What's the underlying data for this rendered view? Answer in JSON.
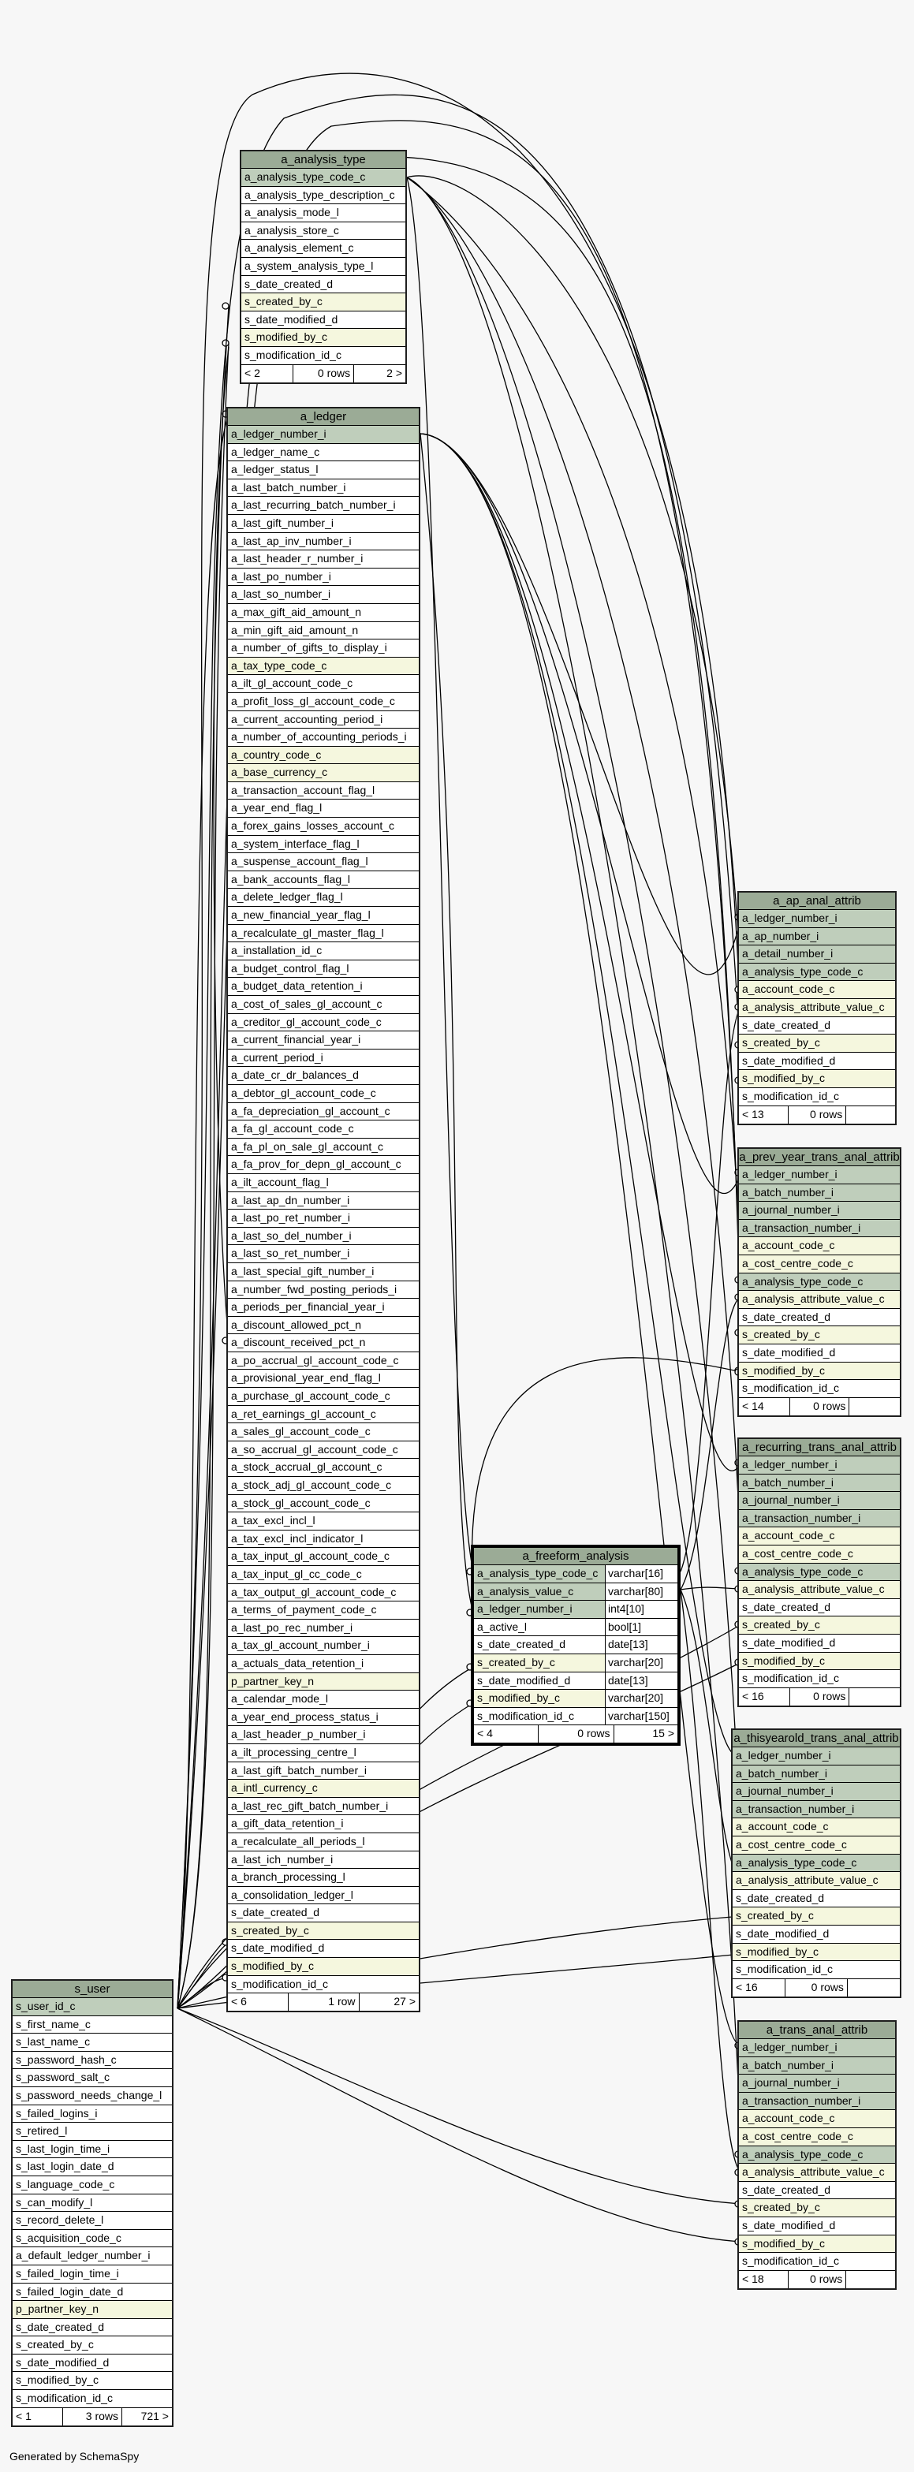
{
  "footer_text": "Generated by SchemaSpy",
  "tables": [
    {
      "key": "a_analysis_type",
      "name": "a_analysis_type",
      "columns": [
        {
          "name": "a_analysis_type_code_c",
          "kind": "pk"
        },
        {
          "name": "a_analysis_type_description_c",
          "kind": ""
        },
        {
          "name": "a_analysis_mode_l",
          "kind": ""
        },
        {
          "name": "a_analysis_store_c",
          "kind": ""
        },
        {
          "name": "a_analysis_element_c",
          "kind": ""
        },
        {
          "name": "a_system_analysis_type_l",
          "kind": ""
        },
        {
          "name": "s_date_created_d",
          "kind": ""
        },
        {
          "name": "s_created_by_c",
          "kind": "fk"
        },
        {
          "name": "s_date_modified_d",
          "kind": ""
        },
        {
          "name": "s_modified_by_c",
          "kind": "fk"
        },
        {
          "name": "s_modification_id_c",
          "kind": ""
        }
      ],
      "footer": [
        "< 2",
        "0 rows",
        "2 >"
      ]
    },
    {
      "key": "a_ledger",
      "name": "a_ledger",
      "columns": [
        {
          "name": "a_ledger_number_i",
          "kind": "pk"
        },
        {
          "name": "a_ledger_name_c",
          "kind": ""
        },
        {
          "name": "a_ledger_status_l",
          "kind": ""
        },
        {
          "name": "a_last_batch_number_i",
          "kind": ""
        },
        {
          "name": "a_last_recurring_batch_number_i",
          "kind": ""
        },
        {
          "name": "a_last_gift_number_i",
          "kind": ""
        },
        {
          "name": "a_last_ap_inv_number_i",
          "kind": ""
        },
        {
          "name": "a_last_header_r_number_i",
          "kind": ""
        },
        {
          "name": "a_last_po_number_i",
          "kind": ""
        },
        {
          "name": "a_last_so_number_i",
          "kind": ""
        },
        {
          "name": "a_max_gift_aid_amount_n",
          "kind": ""
        },
        {
          "name": "a_min_gift_aid_amount_n",
          "kind": ""
        },
        {
          "name": "a_number_of_gifts_to_display_i",
          "kind": ""
        },
        {
          "name": "a_tax_type_code_c",
          "kind": "fk"
        },
        {
          "name": "a_ilt_gl_account_code_c",
          "kind": ""
        },
        {
          "name": "a_profit_loss_gl_account_code_c",
          "kind": ""
        },
        {
          "name": "a_current_accounting_period_i",
          "kind": ""
        },
        {
          "name": "a_number_of_accounting_periods_i",
          "kind": ""
        },
        {
          "name": "a_country_code_c",
          "kind": "fk"
        },
        {
          "name": "a_base_currency_c",
          "kind": "fk"
        },
        {
          "name": "a_transaction_account_flag_l",
          "kind": ""
        },
        {
          "name": "a_year_end_flag_l",
          "kind": ""
        },
        {
          "name": "a_forex_gains_losses_account_c",
          "kind": ""
        },
        {
          "name": "a_system_interface_flag_l",
          "kind": ""
        },
        {
          "name": "a_suspense_account_flag_l",
          "kind": ""
        },
        {
          "name": "a_bank_accounts_flag_l",
          "kind": ""
        },
        {
          "name": "a_delete_ledger_flag_l",
          "kind": ""
        },
        {
          "name": "a_new_financial_year_flag_l",
          "kind": ""
        },
        {
          "name": "a_recalculate_gl_master_flag_l",
          "kind": ""
        },
        {
          "name": "a_installation_id_c",
          "kind": ""
        },
        {
          "name": "a_budget_control_flag_l",
          "kind": ""
        },
        {
          "name": "a_budget_data_retention_i",
          "kind": ""
        },
        {
          "name": "a_cost_of_sales_gl_account_c",
          "kind": ""
        },
        {
          "name": "a_creditor_gl_account_code_c",
          "kind": ""
        },
        {
          "name": "a_current_financial_year_i",
          "kind": ""
        },
        {
          "name": "a_current_period_i",
          "kind": ""
        },
        {
          "name": "a_date_cr_dr_balances_d",
          "kind": ""
        },
        {
          "name": "a_debtor_gl_account_code_c",
          "kind": ""
        },
        {
          "name": "a_fa_depreciation_gl_account_c",
          "kind": ""
        },
        {
          "name": "a_fa_gl_account_code_c",
          "kind": ""
        },
        {
          "name": "a_fa_pl_on_sale_gl_account_c",
          "kind": ""
        },
        {
          "name": "a_fa_prov_for_depn_gl_account_c",
          "kind": ""
        },
        {
          "name": "a_ilt_account_flag_l",
          "kind": ""
        },
        {
          "name": "a_last_ap_dn_number_i",
          "kind": ""
        },
        {
          "name": "a_last_po_ret_number_i",
          "kind": ""
        },
        {
          "name": "a_last_so_del_number_i",
          "kind": ""
        },
        {
          "name": "a_last_so_ret_number_i",
          "kind": ""
        },
        {
          "name": "a_last_special_gift_number_i",
          "kind": ""
        },
        {
          "name": "a_number_fwd_posting_periods_i",
          "kind": ""
        },
        {
          "name": "a_periods_per_financial_year_i",
          "kind": ""
        },
        {
          "name": "a_discount_allowed_pct_n",
          "kind": ""
        },
        {
          "name": "a_discount_received_pct_n",
          "kind": ""
        },
        {
          "name": "a_po_accrual_gl_account_code_c",
          "kind": ""
        },
        {
          "name": "a_provisional_year_end_flag_l",
          "kind": ""
        },
        {
          "name": "a_purchase_gl_account_code_c",
          "kind": ""
        },
        {
          "name": "a_ret_earnings_gl_account_c",
          "kind": ""
        },
        {
          "name": "a_sales_gl_account_code_c",
          "kind": ""
        },
        {
          "name": "a_so_accrual_gl_account_code_c",
          "kind": ""
        },
        {
          "name": "a_stock_accrual_gl_account_c",
          "kind": ""
        },
        {
          "name": "a_stock_adj_gl_account_code_c",
          "kind": ""
        },
        {
          "name": "a_stock_gl_account_code_c",
          "kind": ""
        },
        {
          "name": "a_tax_excl_incl_l",
          "kind": ""
        },
        {
          "name": "a_tax_excl_incl_indicator_l",
          "kind": ""
        },
        {
          "name": "a_tax_input_gl_account_code_c",
          "kind": ""
        },
        {
          "name": "a_tax_input_gl_cc_code_c",
          "kind": ""
        },
        {
          "name": "a_tax_output_gl_account_code_c",
          "kind": ""
        },
        {
          "name": "a_terms_of_payment_code_c",
          "kind": ""
        },
        {
          "name": "a_last_po_rec_number_i",
          "kind": ""
        },
        {
          "name": "a_tax_gl_account_number_i",
          "kind": ""
        },
        {
          "name": "a_actuals_data_retention_i",
          "kind": ""
        },
        {
          "name": "p_partner_key_n",
          "kind": "fk"
        },
        {
          "name": "a_calendar_mode_l",
          "kind": ""
        },
        {
          "name": "a_year_end_process_status_i",
          "kind": ""
        },
        {
          "name": "a_last_header_p_number_i",
          "kind": ""
        },
        {
          "name": "a_ilt_processing_centre_l",
          "kind": ""
        },
        {
          "name": "a_last_gift_batch_number_i",
          "kind": ""
        },
        {
          "name": "a_intl_currency_c",
          "kind": "fk"
        },
        {
          "name": "a_last_rec_gift_batch_number_i",
          "kind": ""
        },
        {
          "name": "a_gift_data_retention_i",
          "kind": ""
        },
        {
          "name": "a_recalculate_all_periods_l",
          "kind": ""
        },
        {
          "name": "a_last_ich_number_i",
          "kind": ""
        },
        {
          "name": "a_branch_processing_l",
          "kind": ""
        },
        {
          "name": "a_consolidation_ledger_l",
          "kind": ""
        },
        {
          "name": "s_date_created_d",
          "kind": ""
        },
        {
          "name": "s_created_by_c",
          "kind": "fk"
        },
        {
          "name": "s_date_modified_d",
          "kind": ""
        },
        {
          "name": "s_modified_by_c",
          "kind": "fk"
        },
        {
          "name": "s_modification_id_c",
          "kind": ""
        }
      ],
      "footer": [
        "< 6",
        "1 row",
        "27 >"
      ]
    },
    {
      "key": "s_user",
      "name": "s_user",
      "columns": [
        {
          "name": "s_user_id_c",
          "kind": "pk"
        },
        {
          "name": "s_first_name_c",
          "kind": ""
        },
        {
          "name": "s_last_name_c",
          "kind": ""
        },
        {
          "name": "s_password_hash_c",
          "kind": ""
        },
        {
          "name": "s_password_salt_c",
          "kind": ""
        },
        {
          "name": "s_password_needs_change_l",
          "kind": ""
        },
        {
          "name": "s_failed_logins_i",
          "kind": ""
        },
        {
          "name": "s_retired_l",
          "kind": ""
        },
        {
          "name": "s_last_login_time_i",
          "kind": ""
        },
        {
          "name": "s_last_login_date_d",
          "kind": ""
        },
        {
          "name": "s_language_code_c",
          "kind": ""
        },
        {
          "name": "s_can_modify_l",
          "kind": ""
        },
        {
          "name": "s_record_delete_l",
          "kind": ""
        },
        {
          "name": "s_acquisition_code_c",
          "kind": ""
        },
        {
          "name": "a_default_ledger_number_i",
          "kind": ""
        },
        {
          "name": "s_failed_login_time_i",
          "kind": ""
        },
        {
          "name": "s_failed_login_date_d",
          "kind": ""
        },
        {
          "name": "p_partner_key_n",
          "kind": "fk"
        },
        {
          "name": "s_date_created_d",
          "kind": ""
        },
        {
          "name": "s_created_by_c",
          "kind": ""
        },
        {
          "name": "s_date_modified_d",
          "kind": ""
        },
        {
          "name": "s_modified_by_c",
          "kind": ""
        },
        {
          "name": "s_modification_id_c",
          "kind": ""
        }
      ],
      "footer": [
        "< 1",
        "3 rows",
        "721 >"
      ]
    },
    {
      "key": "a_freeform_analysis",
      "name": "a_freeform_analysis",
      "focus": true,
      "columns": [
        {
          "name": "a_analysis_type_code_c",
          "kind": "pk",
          "type": "varchar[16]"
        },
        {
          "name": "a_analysis_value_c",
          "kind": "pk",
          "type": "varchar[80]"
        },
        {
          "name": "a_ledger_number_i",
          "kind": "pk",
          "type": "int4[10]"
        },
        {
          "name": "a_active_l",
          "kind": "",
          "type": "bool[1]"
        },
        {
          "name": "s_date_created_d",
          "kind": "",
          "type": "date[13]"
        },
        {
          "name": "s_created_by_c",
          "kind": "fk",
          "type": "varchar[20]"
        },
        {
          "name": "s_date_modified_d",
          "kind": "",
          "type": "date[13]"
        },
        {
          "name": "s_modified_by_c",
          "kind": "fk",
          "type": "varchar[20]"
        },
        {
          "name": "s_modification_id_c",
          "kind": "",
          "type": "varchar[150]"
        }
      ],
      "footer": [
        "< 4",
        "0 rows",
        "15 >"
      ]
    },
    {
      "key": "a_ap_anal_attrib",
      "name": "a_ap_anal_attrib",
      "columns": [
        {
          "name": "a_ledger_number_i",
          "kind": "pk"
        },
        {
          "name": "a_ap_number_i",
          "kind": "pk"
        },
        {
          "name": "a_detail_number_i",
          "kind": "pk"
        },
        {
          "name": "a_analysis_type_code_c",
          "kind": "pk"
        },
        {
          "name": "a_account_code_c",
          "kind": "fk"
        },
        {
          "name": "a_analysis_attribute_value_c",
          "kind": "fk"
        },
        {
          "name": "s_date_created_d",
          "kind": ""
        },
        {
          "name": "s_created_by_c",
          "kind": "fk"
        },
        {
          "name": "s_date_modified_d",
          "kind": ""
        },
        {
          "name": "s_modified_by_c",
          "kind": "fk"
        },
        {
          "name": "s_modification_id_c",
          "kind": ""
        }
      ],
      "footer": [
        "< 13",
        "0 rows",
        ""
      ]
    },
    {
      "key": "a_prev_year_trans_anal_attrib",
      "name": "a_prev_year_trans_anal_attrib",
      "columns": [
        {
          "name": "a_ledger_number_i",
          "kind": "pk"
        },
        {
          "name": "a_batch_number_i",
          "kind": "pk"
        },
        {
          "name": "a_journal_number_i",
          "kind": "pk"
        },
        {
          "name": "a_transaction_number_i",
          "kind": "pk"
        },
        {
          "name": "a_account_code_c",
          "kind": "fk"
        },
        {
          "name": "a_cost_centre_code_c",
          "kind": "fk"
        },
        {
          "name": "a_analysis_type_code_c",
          "kind": "pk"
        },
        {
          "name": "a_analysis_attribute_value_c",
          "kind": "fk"
        },
        {
          "name": "s_date_created_d",
          "kind": ""
        },
        {
          "name": "s_created_by_c",
          "kind": "fk"
        },
        {
          "name": "s_date_modified_d",
          "kind": ""
        },
        {
          "name": "s_modified_by_c",
          "kind": "fk"
        },
        {
          "name": "s_modification_id_c",
          "kind": ""
        }
      ],
      "footer": [
        "< 14",
        "0 rows",
        ""
      ]
    },
    {
      "key": "a_recurring_trans_anal_attrib",
      "name": "a_recurring_trans_anal_attrib",
      "columns": [
        {
          "name": "a_ledger_number_i",
          "kind": "pk"
        },
        {
          "name": "a_batch_number_i",
          "kind": "pk"
        },
        {
          "name": "a_journal_number_i",
          "kind": "pk"
        },
        {
          "name": "a_transaction_number_i",
          "kind": "pk"
        },
        {
          "name": "a_account_code_c",
          "kind": "fk"
        },
        {
          "name": "a_cost_centre_code_c",
          "kind": "fk"
        },
        {
          "name": "a_analysis_type_code_c",
          "kind": "pk"
        },
        {
          "name": "a_analysis_attribute_value_c",
          "kind": "fk"
        },
        {
          "name": "s_date_created_d",
          "kind": ""
        },
        {
          "name": "s_created_by_c",
          "kind": "fk"
        },
        {
          "name": "s_date_modified_d",
          "kind": ""
        },
        {
          "name": "s_modified_by_c",
          "kind": "fk"
        },
        {
          "name": "s_modification_id_c",
          "kind": ""
        }
      ],
      "footer": [
        "< 16",
        "0 rows",
        ""
      ]
    },
    {
      "key": "a_thisyearold_trans_anal_attrib",
      "name": "a_thisyearold_trans_anal_attrib",
      "columns": [
        {
          "name": "a_ledger_number_i",
          "kind": "pk"
        },
        {
          "name": "a_batch_number_i",
          "kind": "pk"
        },
        {
          "name": "a_journal_number_i",
          "kind": "pk"
        },
        {
          "name": "a_transaction_number_i",
          "kind": "pk"
        },
        {
          "name": "a_account_code_c",
          "kind": "fk"
        },
        {
          "name": "a_cost_centre_code_c",
          "kind": "fk"
        },
        {
          "name": "a_analysis_type_code_c",
          "kind": "pk"
        },
        {
          "name": "a_analysis_attribute_value_c",
          "kind": "fk"
        },
        {
          "name": "s_date_created_d",
          "kind": ""
        },
        {
          "name": "s_created_by_c",
          "kind": "fk"
        },
        {
          "name": "s_date_modified_d",
          "kind": ""
        },
        {
          "name": "s_modified_by_c",
          "kind": "fk"
        },
        {
          "name": "s_modification_id_c",
          "kind": ""
        }
      ],
      "footer": [
        "< 16",
        "0 rows",
        ""
      ]
    },
    {
      "key": "a_trans_anal_attrib",
      "name": "a_trans_anal_attrib",
      "columns": [
        {
          "name": "a_ledger_number_i",
          "kind": "pk"
        },
        {
          "name": "a_batch_number_i",
          "kind": "pk"
        },
        {
          "name": "a_journal_number_i",
          "kind": "pk"
        },
        {
          "name": "a_transaction_number_i",
          "kind": "pk"
        },
        {
          "name": "a_account_code_c",
          "kind": "fk"
        },
        {
          "name": "a_cost_centre_code_c",
          "kind": "fk"
        },
        {
          "name": "a_analysis_type_code_c",
          "kind": "pk"
        },
        {
          "name": "a_analysis_attribute_value_c",
          "kind": "fk"
        },
        {
          "name": "s_date_created_d",
          "kind": ""
        },
        {
          "name": "s_created_by_c",
          "kind": "fk"
        },
        {
          "name": "s_date_modified_d",
          "kind": ""
        },
        {
          "name": "s_modified_by_c",
          "kind": "fk"
        },
        {
          "name": "s_modification_id_c",
          "kind": ""
        }
      ],
      "footer": [
        "< 18",
        "0 rows",
        ""
      ]
    }
  ]
}
